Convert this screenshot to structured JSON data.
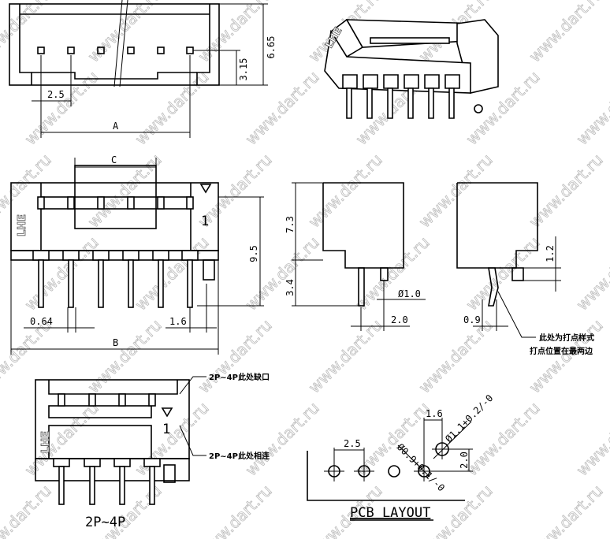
{
  "watermark": "www.dart.ru",
  "logo": "LHE",
  "top_view": {
    "height_total": "6.65",
    "pin_height": "3.15",
    "pitch": "2.5",
    "length_label": "A"
  },
  "front_view": {
    "housing_label": "C",
    "pin1_mark": "1",
    "height": "9.5",
    "pin_size": "0.64",
    "offset": "1.6",
    "length_label": "B"
  },
  "side_view": {
    "body_height": "7.3",
    "pin_length": "3.4",
    "boss_dia": "Ø1.0",
    "pin_spacing": "2.0"
  },
  "side_view_right": {
    "boss_height": "1.2",
    "offset": "0.9",
    "note_line1": "此处为打点样式",
    "note_line2": "打点位置在最两边"
  },
  "small_view": {
    "note_notch": "2P~4P此处缺口",
    "note_connected": "2P~4P此处相连",
    "pin1_mark": "1",
    "range_label": "2P~4P"
  },
  "pcb_layout": {
    "title": "PCB LAYOUT",
    "pitch": "2.5",
    "offset": "1.6",
    "row_spacing": "2.0",
    "hole_small": "Ø0.9+0.1/-0",
    "hole_large": "Ø1.1+0.2/-0"
  }
}
